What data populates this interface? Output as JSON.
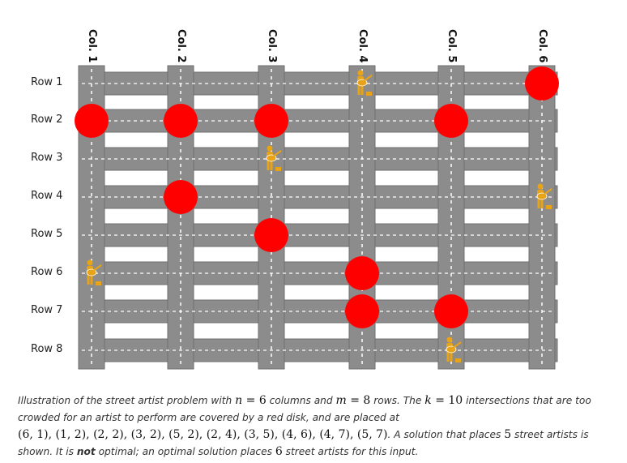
{
  "grid": {
    "columns": [
      "Col. 1",
      "Col. 2",
      "Col. 3",
      "Col. 4",
      "Col. 5",
      "Col. 6"
    ],
    "rows": [
      "Row 1",
      "Row 2",
      "Row 3",
      "Row 4",
      "Row 5",
      "Row 6",
      "Row 7",
      "Row 8"
    ]
  },
  "crowded_intersections": [
    {
      "col": 6,
      "row": 1
    },
    {
      "col": 1,
      "row": 2
    },
    {
      "col": 2,
      "row": 2
    },
    {
      "col": 3,
      "row": 2
    },
    {
      "col": 5,
      "row": 2
    },
    {
      "col": 2,
      "row": 4
    },
    {
      "col": 3,
      "row": 5
    },
    {
      "col": 4,
      "row": 6
    },
    {
      "col": 4,
      "row": 7
    },
    {
      "col": 5,
      "row": 7
    }
  ],
  "artists": [
    {
      "col": 4,
      "row": 1
    },
    {
      "col": 3,
      "row": 3
    },
    {
      "col": 6,
      "row": 4
    },
    {
      "col": 1,
      "row": 6
    },
    {
      "col": 5,
      "row": 8
    }
  ],
  "colors": {
    "road": "#8c8c8c",
    "road_border": "#6f6f6f",
    "crowd_disk": "#ff0000",
    "artist": "#e8a317"
  },
  "caption": {
    "p1": "Illustration of the street artist problem with ",
    "n": "n",
    "eq1": " = 6",
    "p2": " columns and ",
    "m": "m",
    "eq2": " = 8",
    "p3": " rows. The ",
    "k": "k",
    "eq3": " = 10",
    "p4": " intersections that are too crowded for an artist to perform are covered by a red disk, and are placed at",
    "coords": "(6, 1), (1, 2), (2, 2), (3, 2), (5, 2), (2, 4), (3, 5), (4, 6), (4, 7), (5, 7)",
    "p5": ". A solution that places ",
    "five": "5",
    "p6": " street artists is shown. It is ",
    "not": "not",
    "p7": " optimal; an optimal solution places ",
    "six": "6",
    "p8": " street artists for this input."
  }
}
